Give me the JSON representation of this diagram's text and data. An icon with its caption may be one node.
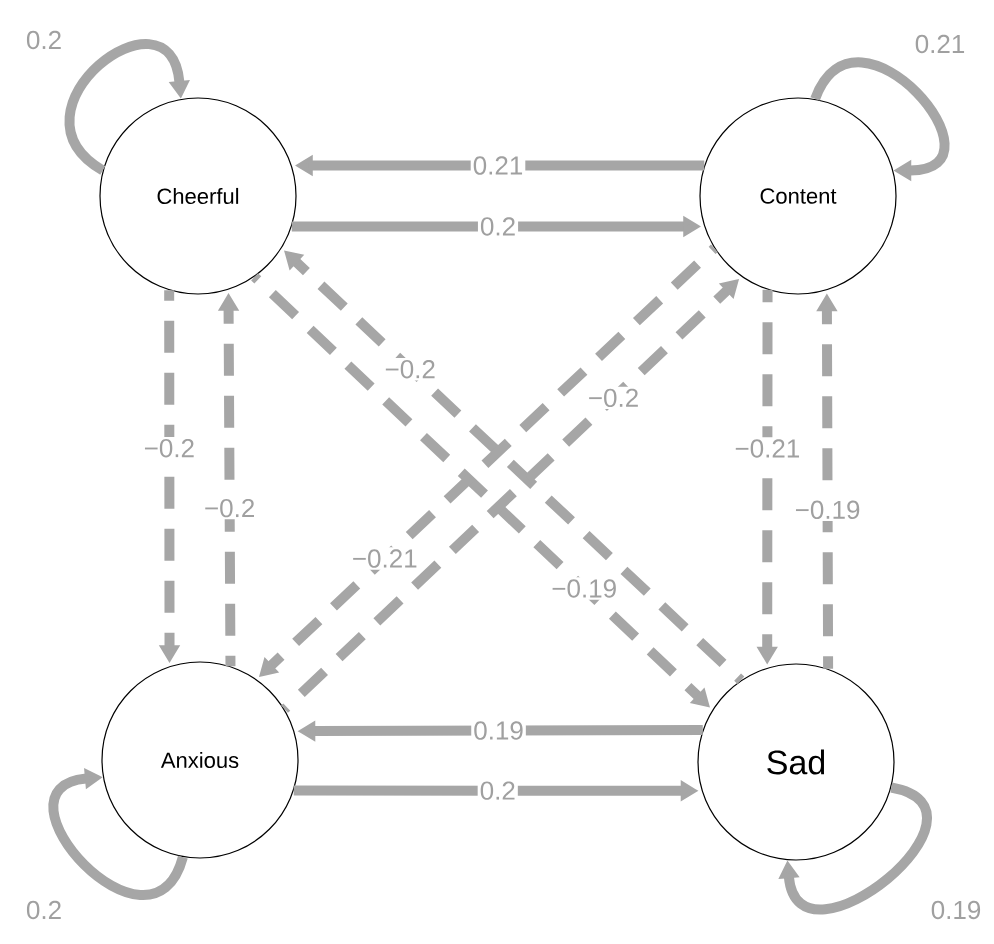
{
  "diagram": {
    "nodes": [
      {
        "text": [
          "Cheerful"
        ]
      },
      {
        "text": [
          "Content"
        ]
      },
      {
        "text": [
          "Anxious"
        ]
      },
      {
        "text": [
          "Sad"
        ]
      }
    ],
    "edges": [
      {
        "from": 0,
        "to": 0,
        "arrow": "to",
        "label": "0.2"
      },
      {
        "from": 1,
        "to": 1,
        "arrow": "to",
        "label": "0.21"
      },
      {
        "from": 2,
        "to": 2,
        "arrow": "to",
        "label": "0.2"
      },
      {
        "from": 3,
        "to": 3,
        "arrow": "to",
        "label": "0.19"
      },
      {
        "from": 1,
        "to": 0,
        "arrow": "to",
        "label": "0.21"
      },
      {
        "from": 0,
        "to": 1,
        "arrow": "to",
        "label": "0.2"
      },
      {
        "from": 3,
        "to": 2,
        "arrow": "to",
        "label": "0.19"
      },
      {
        "from": 2,
        "to": 3,
        "arrow": "to",
        "label": "0.2"
      },
      {
        "from": 0,
        "to": 2,
        "arrow": "to",
        "label": "−0.2",
        "style": "dashed"
      },
      {
        "from": 2,
        "to": 0,
        "arrow": "to",
        "label": "−0.2",
        "style": "dashed"
      },
      {
        "from": 1,
        "to": 3,
        "arrow": "to",
        "label": "−0.21",
        "style": "dashed"
      },
      {
        "from": 3,
        "to": 1,
        "arrow": "to",
        "label": "−0.19",
        "style": "dashed"
      },
      {
        "from": 3,
        "to": 0,
        "arrow": "to",
        "label": "−0.2",
        "style": "dashed"
      },
      {
        "from": 0,
        "to": 3,
        "arrow": "to",
        "label": "−0.19",
        "style": "dashed"
      },
      {
        "from": 2,
        "to": 1,
        "arrow": "to",
        "label": "−0.2",
        "style": "dashed"
      },
      {
        "from": 1,
        "to": 2,
        "arrow": "to",
        "label": "−0.21",
        "style": "dashed"
      }
    ]
  }
}
